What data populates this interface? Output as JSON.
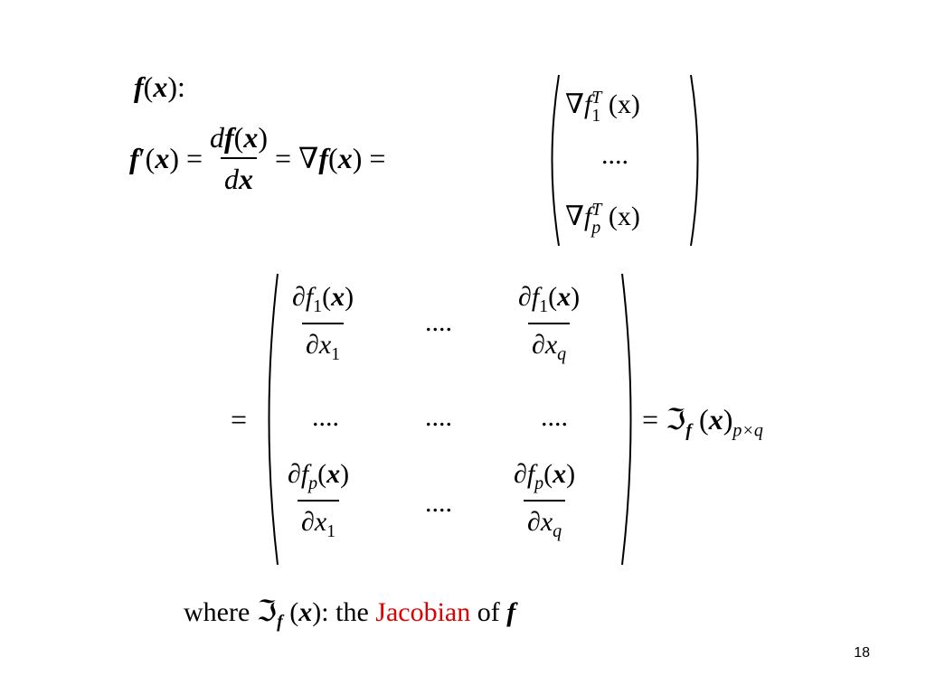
{
  "line1": {
    "f": "f",
    "x": "x",
    "open": "(",
    "close": ")",
    "colon": ":"
  },
  "line2": {
    "lhs_f": "f",
    "prime": "′",
    "x": "x",
    "eq": "=",
    "num_d": "d",
    "num_f": "f",
    "den_d": "d",
    "den_x": "x",
    "nabla": "∇",
    "f": "f",
    "vec": {
      "row1_base": "∇f",
      "row1_sub": "1",
      "row1_sup": "T",
      "row1_arg": "(x)",
      "dots": "....",
      "row3_base": "∇f",
      "row3_sub": "p",
      "row3_sup": "T",
      "row3_arg": "(x)"
    }
  },
  "matrix": {
    "partial": "∂",
    "f": "f",
    "x": "x",
    "sub_1": "1",
    "sub_p": "p",
    "sub_q": "q",
    "dots": "....",
    "eq": "=",
    "jacobian_symbol": "ℑ",
    "jacobian_sub": "f",
    "dim": "p×q"
  },
  "footer": {
    "where": "where",
    "colon_the": ": the",
    "jacobian_word": "Jacobian",
    "of": "of",
    "f": "f"
  },
  "page_number": "18",
  "colors": {
    "highlight": "#e00000",
    "text": "#000000",
    "background": "#ffffff"
  }
}
